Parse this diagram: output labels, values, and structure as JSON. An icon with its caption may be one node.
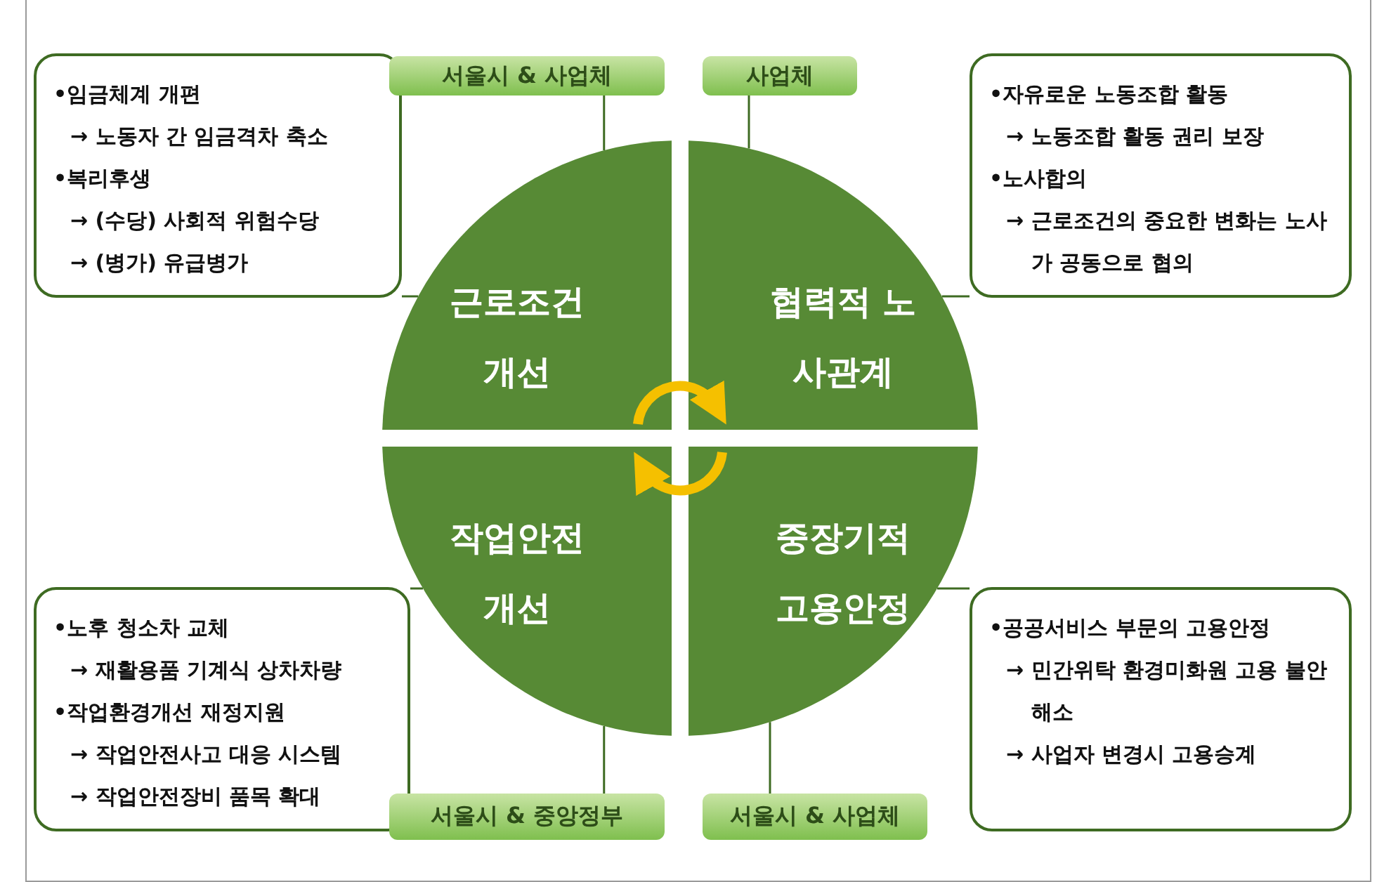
{
  "diagram": {
    "nodes": [
      {
        "text": [
          "서울시 & 사업체"
        ]
      },
      {
        "text": [
          "사업체"
        ]
      },
      {
        "text": [
          "•임금체계 개편",
          "→ 노동자 간 임금격차 축소",
          "•복리후생",
          "→ (수당) 사회적 위험수당",
          "→ (병가) 유급병가"
        ]
      },
      {
        "text": [
          "•자유로운 노동조합 활동",
          "→ 노동조합 활동 권리 보장",
          "•노사합의",
          "→ 근로조건의 중요한 변화는 노사가 공동으로 협의"
        ]
      },
      {
        "text": [
          "근로조건 개선"
        ]
      },
      {
        "text": [
          "협력적 노사관계"
        ]
      },
      {
        "text": [
          "작업안전 개선"
        ]
      },
      {
        "text": [
          "중장기적 고용안정"
        ]
      },
      {
        "text": [
          "•노후 청소차 교체",
          "→ 재활용품 기계식 상차차량",
          "•작업환경개선 재정지원",
          "→ 작업안전사고 대응 시스템",
          "→ 작업안전장비 품목 확대"
        ]
      },
      {
        "text": [
          "•공공서비스 부문의 고용안정",
          "→ 민간위탁 환경미화원 고용 불안 해소",
          "→ 사업자 변경시 고용승계"
        ]
      },
      {
        "text": [
          "서울시 & 중앙정부"
        ]
      },
      {
        "text": [
          "서울시 & 사업체"
        ]
      }
    ],
    "edges": [
      {
        "from": 0,
        "to": 4,
        "arrow": "none"
      },
      {
        "from": 1,
        "to": 5,
        "arrow": "none"
      },
      {
        "from": 2,
        "to": 4,
        "arrow": "none"
      },
      {
        "from": 3,
        "to": 5,
        "arrow": "none"
      },
      {
        "from": 4,
        "to": 5,
        "arrow": "to",
        "style": "thick",
        "color": "#f5c000"
      },
      {
        "from": 7,
        "to": 6,
        "arrow": "to",
        "style": "thick",
        "color": "#f5c000"
      },
      {
        "from": 8,
        "to": 6,
        "arrow": "none"
      },
      {
        "from": 9,
        "to": 7,
        "arrow": "none"
      },
      {
        "from": 10,
        "to": 6,
        "arrow": "none"
      },
      {
        "from": 11,
        "to": 7,
        "arrow": "none"
      }
    ]
  }
}
